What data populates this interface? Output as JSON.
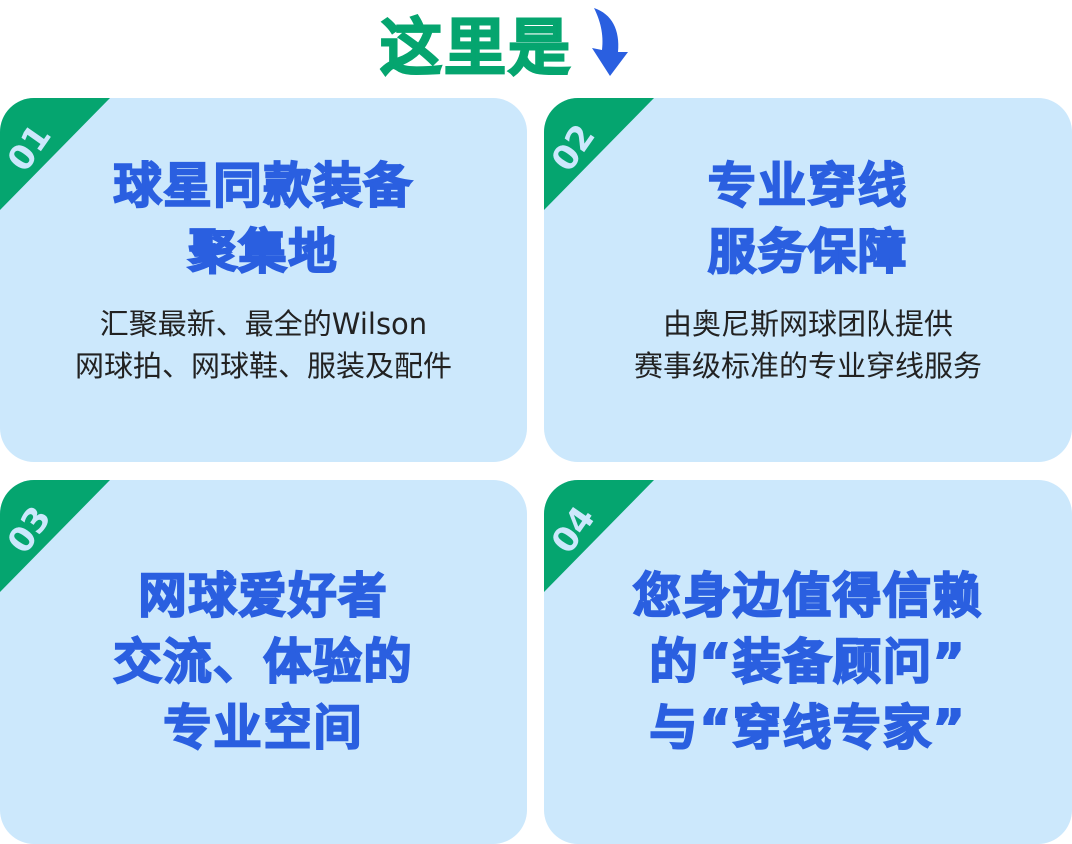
{
  "heading": {
    "text": "这里是",
    "arrow_icon": "arrow-down-icon"
  },
  "colors": {
    "green": "#05a56f",
    "blue": "#2a5fe0",
    "card": "#cce8fc"
  },
  "cards": [
    {
      "number": "01",
      "title_lines": [
        "球星同款装备",
        "聚集地"
      ],
      "subtitle_lines": [
        "汇聚最新、最全的Wilson",
        "网球拍、网球鞋、服装及配件"
      ]
    },
    {
      "number": "02",
      "title_lines": [
        "专业穿线",
        "服务保障"
      ],
      "subtitle_lines": [
        "由奥尼斯网球团队提供",
        "赛事级标准的专业穿线服务"
      ]
    },
    {
      "number": "03",
      "title_lines": [
        "网球爱好者",
        "交流、体验的",
        "专业空间"
      ]
    },
    {
      "number": "04",
      "title_lines": [
        "您身边值得信赖",
        "的“装备顾问”",
        "与“穿线专家”"
      ]
    }
  ]
}
